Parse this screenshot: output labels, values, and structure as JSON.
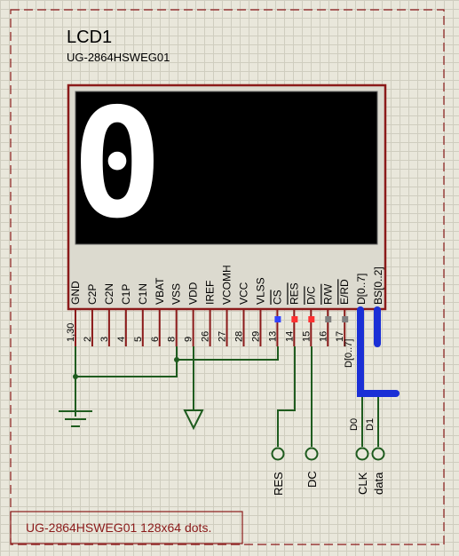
{
  "component": {
    "ref": "LCD1",
    "part": "UG-2864HSWEG01",
    "display_text": "0",
    "description": "UG-2864HSWEG01 128x64 dots."
  },
  "pins": [
    {
      "name": "GND",
      "num": "1,30"
    },
    {
      "name": "C2P",
      "num": "2"
    },
    {
      "name": "C2N",
      "num": "3"
    },
    {
      "name": "C1P",
      "num": "4"
    },
    {
      "name": "C1N",
      "num": "5"
    },
    {
      "name": "VBAT",
      "num": "6"
    },
    {
      "name": "VSS",
      "num": "8"
    },
    {
      "name": "VDD",
      "num": "9"
    },
    {
      "name": "IREF",
      "num": "26"
    },
    {
      "name": "VCOMH",
      "num": "27"
    },
    {
      "name": "VCC",
      "num": "28"
    },
    {
      "name": "VLSS",
      "num": "29"
    },
    {
      "name": "CS",
      "num": "13",
      "overbar": true
    },
    {
      "name": "RES",
      "num": "14",
      "overbar": true
    },
    {
      "name": "D/C",
      "num": "15",
      "overbar": true
    },
    {
      "name": "R/W",
      "num": "16",
      "overbar": true
    },
    {
      "name": "E/RD",
      "num": "17",
      "overbar": true
    },
    {
      "name": "D[0..7]",
      "num": ""
    },
    {
      "name": "BS[0..2]",
      "num": ""
    }
  ],
  "bus": {
    "label": "D[0..7]",
    "taps": [
      "D0",
      "D1"
    ]
  },
  "terminals": [
    {
      "id": "res",
      "label": "RES"
    },
    {
      "id": "dc",
      "label": "DC"
    },
    {
      "id": "clk",
      "label": "CLK"
    },
    {
      "id": "data",
      "label": "data"
    }
  ],
  "colors": {
    "component_outline": "#8b1a1a",
    "wire": "#1f5c1f",
    "bus": "#1a2fd6",
    "pin_state_high": "#ff3030",
    "pin_state_low": "#3344ff",
    "pin_state_float": "#808080",
    "sheet_border": "#8b1a1a"
  }
}
